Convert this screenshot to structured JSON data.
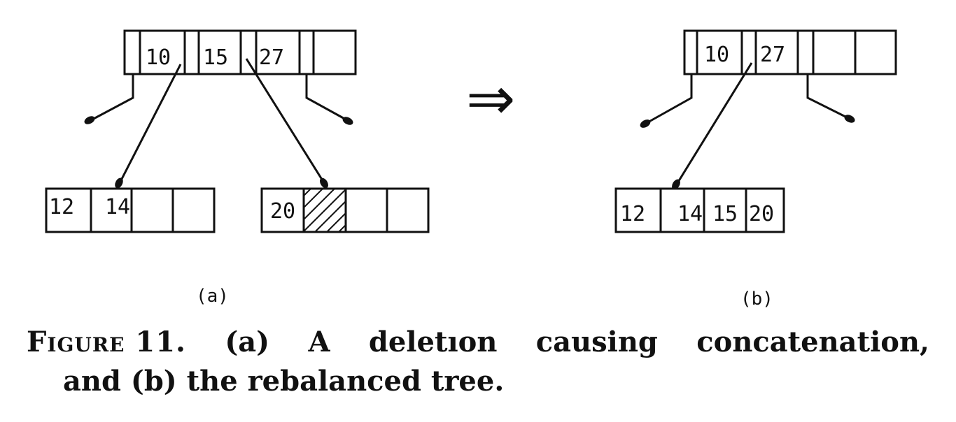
{
  "diagram": {
    "part_a": {
      "label": "(a)",
      "root_keys": [
        "10",
        "15",
        "27",
        ""
      ],
      "left_leaf_keys": [
        "12",
        "14",
        "",
        ""
      ],
      "right_leaf_keys": [
        "20",
        "",
        "",
        ""
      ],
      "deleted_slot_hatched": true
    },
    "arrow_symbol": "⇒",
    "part_b": {
      "label": "(b)",
      "root_keys": [
        "10",
        "27",
        "",
        ""
      ],
      "merged_leaf_keys": [
        "12",
        "14",
        "15",
        "20"
      ]
    }
  },
  "caption": {
    "figure_number": "Figure 11.",
    "line1_words": [
      "(a)",
      "A",
      "deletıon",
      "causing",
      "concatenation,"
    ],
    "line2": "and (b) the rebalanced tree."
  }
}
